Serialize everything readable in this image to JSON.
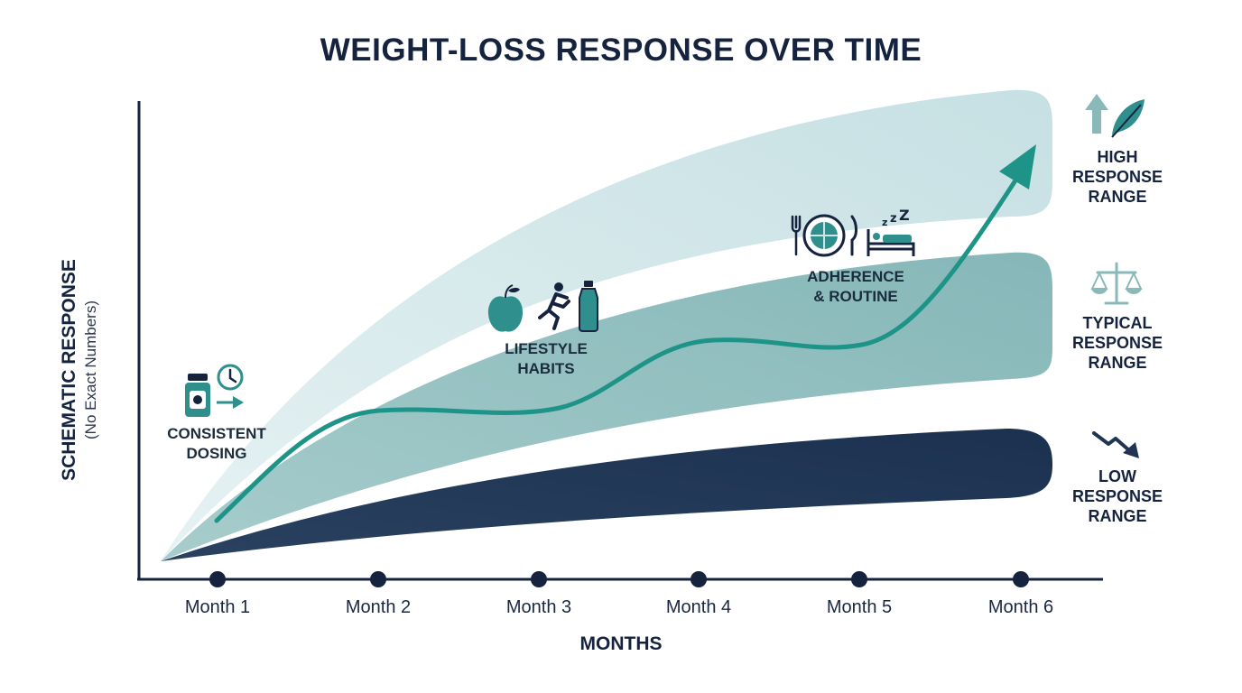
{
  "title": "WEIGHT-LOSS RESPONSE OVER TIME",
  "y_axis": {
    "label": "SCHEMATIC RESPONSE",
    "sublabel": "(No Exact Numbers)"
  },
  "x_axis": {
    "label": "MONTHS",
    "ticks": [
      "Month 1",
      "Month 2",
      "Month 3",
      "Month 4",
      "Month 5",
      "Month 6"
    ]
  },
  "annotations": {
    "dosing": [
      "CONSISTENT",
      "DOSING"
    ],
    "lifestyle": [
      "LIFESTYLE",
      "HABITS"
    ],
    "adherence": [
      "ADHERENCE",
      "& ROUTINE"
    ]
  },
  "bands": {
    "high": {
      "lines": [
        "HIGH",
        "RESPONSE",
        "RANGE"
      ],
      "color": "#cfe6e8"
    },
    "typical": {
      "lines": [
        "TYPICAL",
        "RESPONSE",
        "RANGE"
      ],
      "color": "#8fbcbc"
    },
    "low": {
      "lines": [
        "LOW",
        "RESPONSE",
        "RANGE"
      ],
      "color": "#1f3553"
    }
  },
  "colors": {
    "axis": "#16233f",
    "path": "#1e9488",
    "icon_teal": "#2e8f8c",
    "icon_dark": "#16233f"
  },
  "icons": {
    "dosing": [
      "pill-bottle-icon",
      "clock-icon",
      "arrow-right-icon"
    ],
    "lifestyle": [
      "apple-icon",
      "runner-icon",
      "water-bottle-icon"
    ],
    "adherence": [
      "fork-icon",
      "plate-icon",
      "knife-icon",
      "sleep-bed-icon"
    ],
    "high": [
      "arrow-up-icon",
      "feather-icon"
    ],
    "typical": [
      "balance-scale-icon"
    ],
    "low": [
      "trend-down-icon"
    ]
  }
}
